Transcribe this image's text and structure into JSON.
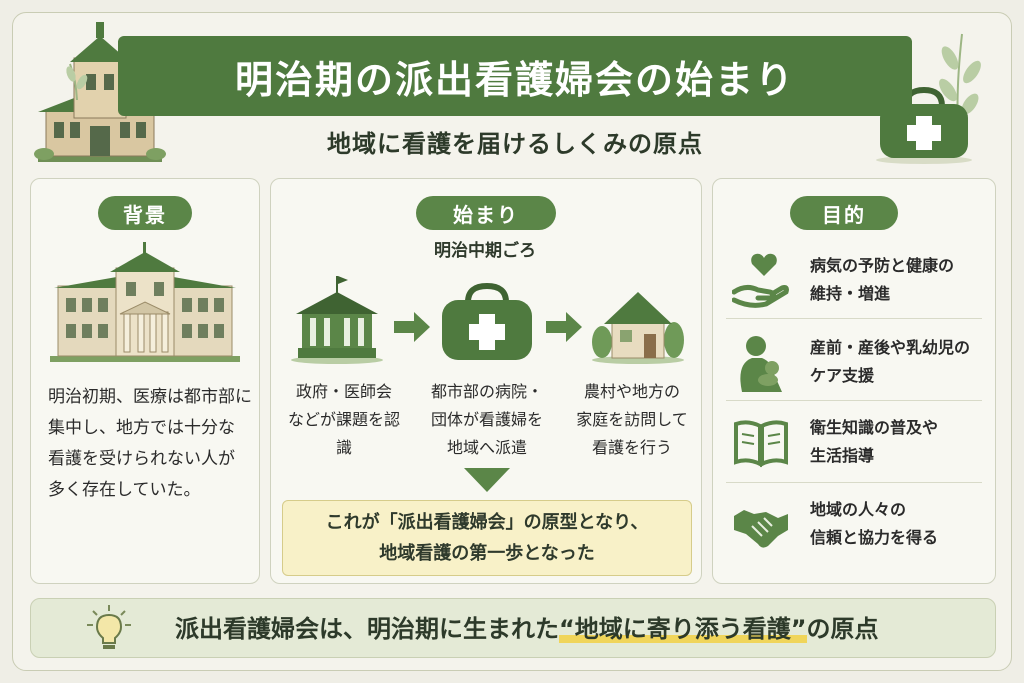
{
  "header": {
    "title": "明治期の派出看護婦会の始まり",
    "subtitle": "地域に看護を届けるしくみの原点"
  },
  "background": {
    "label": "背景",
    "lines": [
      "明治初期、医療は都市部に",
      "集中し、地方では十分な",
      "看護を受けられない人が",
      "多く存在していた。"
    ]
  },
  "origin": {
    "label": "始まり",
    "era": "明治中期ごろ",
    "steps": [
      {
        "lines": [
          "政府・医師会",
          "などが課題を認識"
        ]
      },
      {
        "lines": [
          "都市部の病院・",
          "団体が看護婦を",
          "地域へ派遣"
        ]
      },
      {
        "lines": [
          "農村や地方の",
          "家庭を訪問して",
          "看護を行う"
        ]
      }
    ],
    "conclusion": [
      "これが「派出看護婦会」の原型となり、",
      "地域看護の第一歩となった"
    ]
  },
  "purpose": {
    "label": "目的",
    "items": [
      {
        "icon": "heart-hand-icon",
        "lines": [
          "病気の予防と健康の",
          "維持・増進"
        ]
      },
      {
        "icon": "mother-child-icon",
        "lines": [
          "産前・産後や乳幼児の",
          "ケア支援"
        ]
      },
      {
        "icon": "open-book-icon",
        "lines": [
          "衛生知識の普及や",
          "生活指導"
        ]
      },
      {
        "icon": "handshake-icon",
        "lines": [
          "地域の人々の",
          "信頼と協力を得る"
        ]
      }
    ]
  },
  "footer": {
    "text_before": "派出看護婦会は、明治期に生まれた",
    "highlight": "“地域に寄り添う看護”",
    "text_after": "の原点"
  },
  "colors": {
    "primary_green": "#4f7a3f",
    "pill_green": "#5b8648",
    "highlight_yellow": "#f0d55a",
    "background": "#efeee6"
  }
}
